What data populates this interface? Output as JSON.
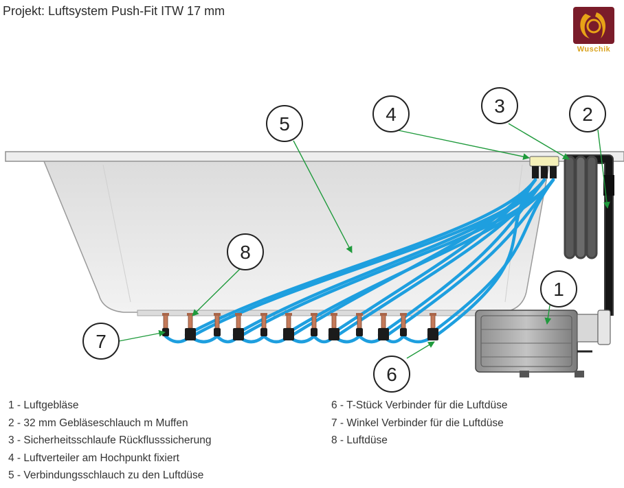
{
  "title": "Projekt: Luftsystem Push-Fit  ITW 17 mm",
  "logo": {
    "text": "Wuschik",
    "colors": {
      "maroon": "#7a1c2a",
      "gold": "#e8a317"
    }
  },
  "callouts": [
    "1",
    "2",
    "3",
    "4",
    "5",
    "6",
    "7",
    "8"
  ],
  "legend_left": [
    "1 - Luftgebläse",
    "2 - 32 mm Gebläseschlauch m Muffen",
    "3 - Sicherheitsschlaufe Rückflusssicherung",
    "4 - Luftverteiler am Hochpunkt fixiert",
    "5 - Verbindungsschlauch zu den Luftdüse"
  ],
  "legend_right": [
    "6 - T-Stück Verbinder für die Luftdüse",
    "7 - Winkel Verbinder für die Luftdüse",
    "8 - Luftdüse"
  ],
  "colors": {
    "hose": "#1e9fdf",
    "arrow": "#1f9a3c",
    "tub": "#e9e9e9",
    "tub_edge": "#9a9a9a",
    "nozzle": "#c47a5a"
  }
}
